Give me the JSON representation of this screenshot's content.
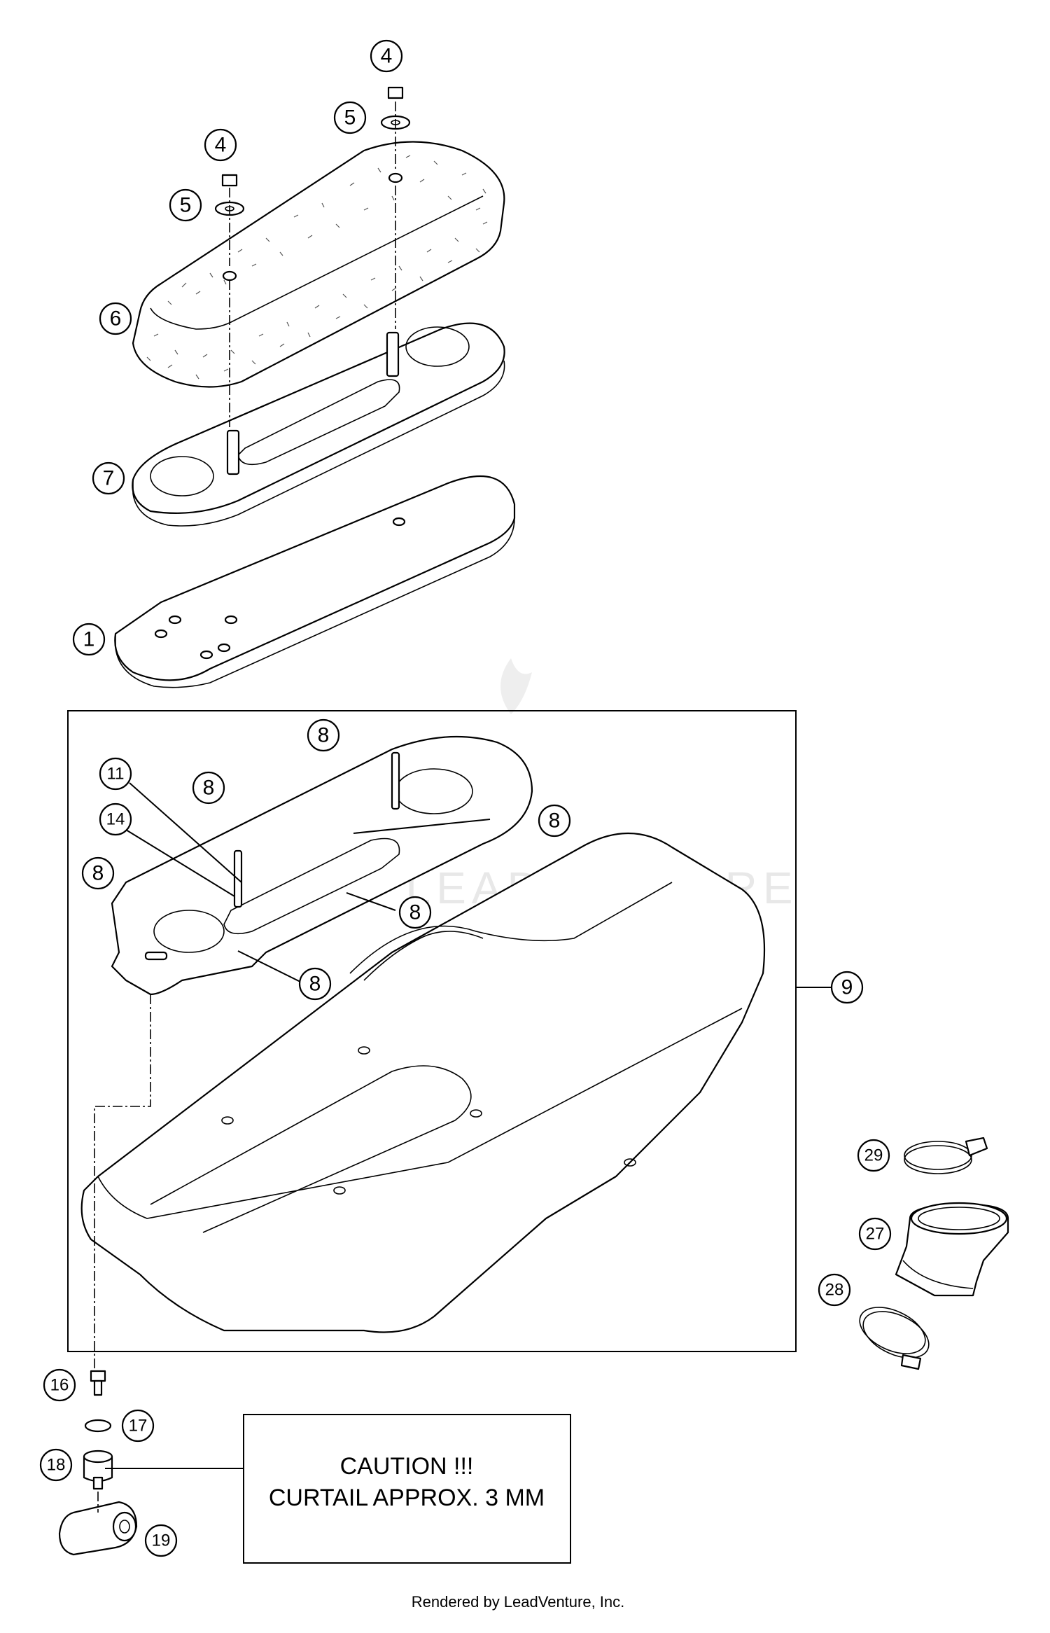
{
  "callouts": {
    "c4a": "4",
    "c5a": "5",
    "c4b": "4",
    "c5b": "5",
    "c6": "6",
    "c7": "7",
    "c1": "1",
    "c8a": "8",
    "c11": "11",
    "c8b": "8",
    "c14": "14",
    "c8c": "8",
    "c8d": "8",
    "c8e": "8",
    "c8f": "8",
    "c9": "9",
    "c29": "29",
    "c27": "27",
    "c28": "28",
    "c16": "16",
    "c17": "17",
    "c18": "18",
    "c19": "19"
  },
  "note": {
    "line1": "CAUTION !!!",
    "line2": "CURTAIL APPROX. 3 MM"
  },
  "footer": "Rendered by LeadVenture, Inc.",
  "watermark": "LEADVENTURE",
  "colors": {
    "line": "#000000",
    "background": "#ffffff",
    "watermark": "#e8e8e8"
  }
}
